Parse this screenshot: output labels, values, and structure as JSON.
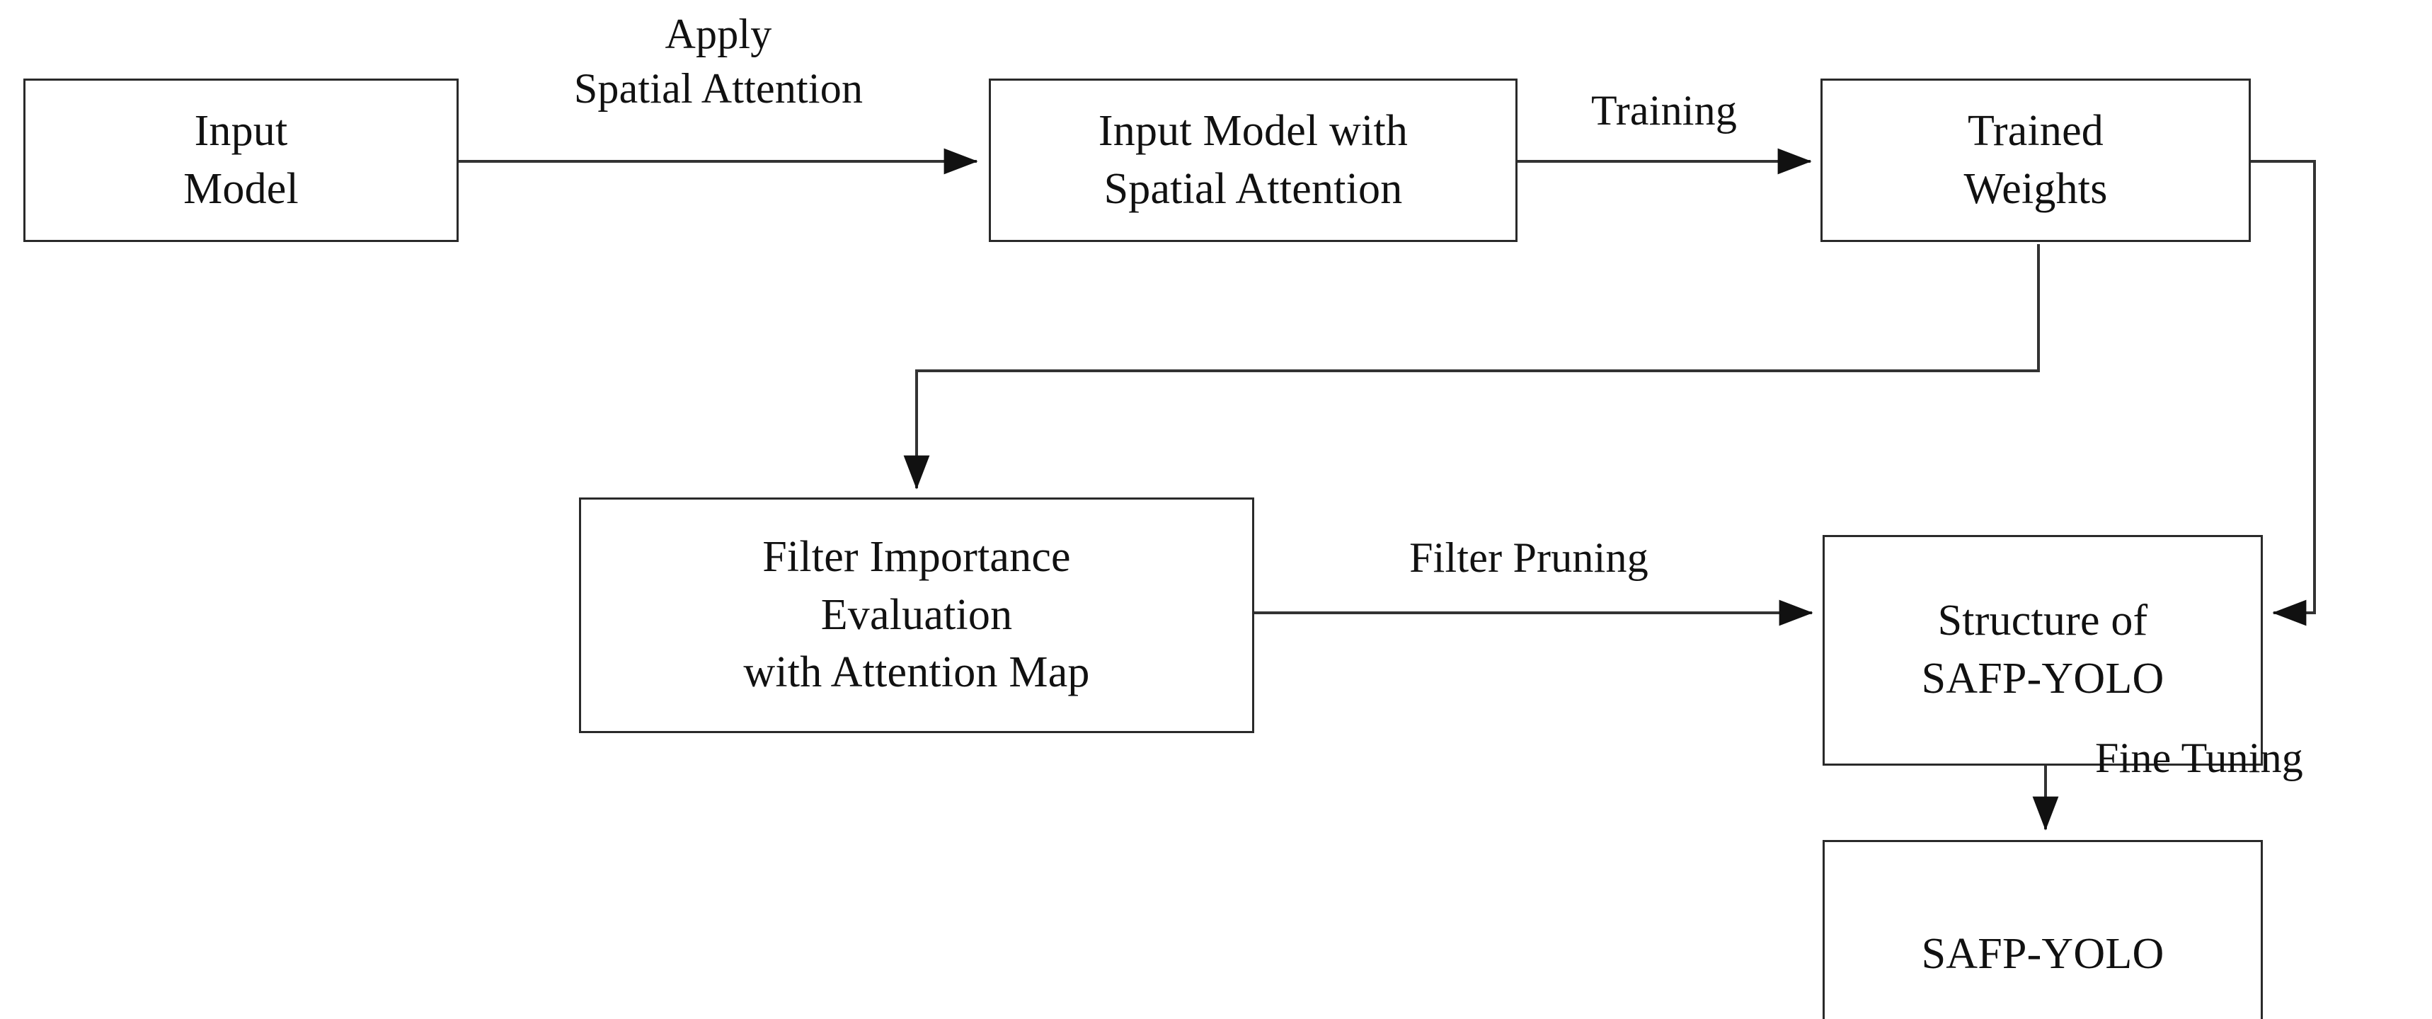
{
  "diagram": {
    "title_text": "",
    "stroke_color": "#2a2a2a",
    "text_color": "#111111",
    "background_color": "#ffffff",
    "nodes": [
      {
        "id": "input-model",
        "lines": [
          "Input",
          "Model"
        ]
      },
      {
        "id": "input-model-with-spatial-attention",
        "lines": [
          "Input Model with",
          "Spatial Attention"
        ]
      },
      {
        "id": "trained-weights",
        "lines": [
          "Trained",
          "Weights"
        ]
      },
      {
        "id": "filter-importance-evaluation",
        "lines": [
          "Filter Importance",
          "Evaluation",
          "with Attention Map"
        ]
      },
      {
        "id": "structure-of-safp-yolo",
        "lines": [
          "Structure of",
          "SAFP-YOLO"
        ]
      },
      {
        "id": "safp-yolo",
        "lines": [
          "SAFP-YOLO"
        ]
      }
    ],
    "edges": [
      {
        "id": "apply-spatial-attention",
        "from": "input-model",
        "to": "input-model-with-spatial-attention",
        "lines": [
          "Apply",
          "Spatial Attention"
        ]
      },
      {
        "id": "training",
        "from": "input-model-with-spatial-attention",
        "to": "trained-weights",
        "lines": [
          "Training"
        ]
      },
      {
        "id": "weights-to-evaluation",
        "from": "trained-weights",
        "to": "filter-importance-evaluation",
        "lines": []
      },
      {
        "id": "filter-pruning",
        "from": "filter-importance-evaluation",
        "to": "structure-of-safp-yolo",
        "lines": [
          "Filter Pruning"
        ]
      },
      {
        "id": "weights-to-structure",
        "from": "trained-weights",
        "to": "structure-of-safp-yolo",
        "lines": []
      },
      {
        "id": "fine-tuning",
        "from": "structure-of-safp-yolo",
        "to": "safp-yolo",
        "lines": [
          "Fine Tuning"
        ]
      }
    ]
  }
}
